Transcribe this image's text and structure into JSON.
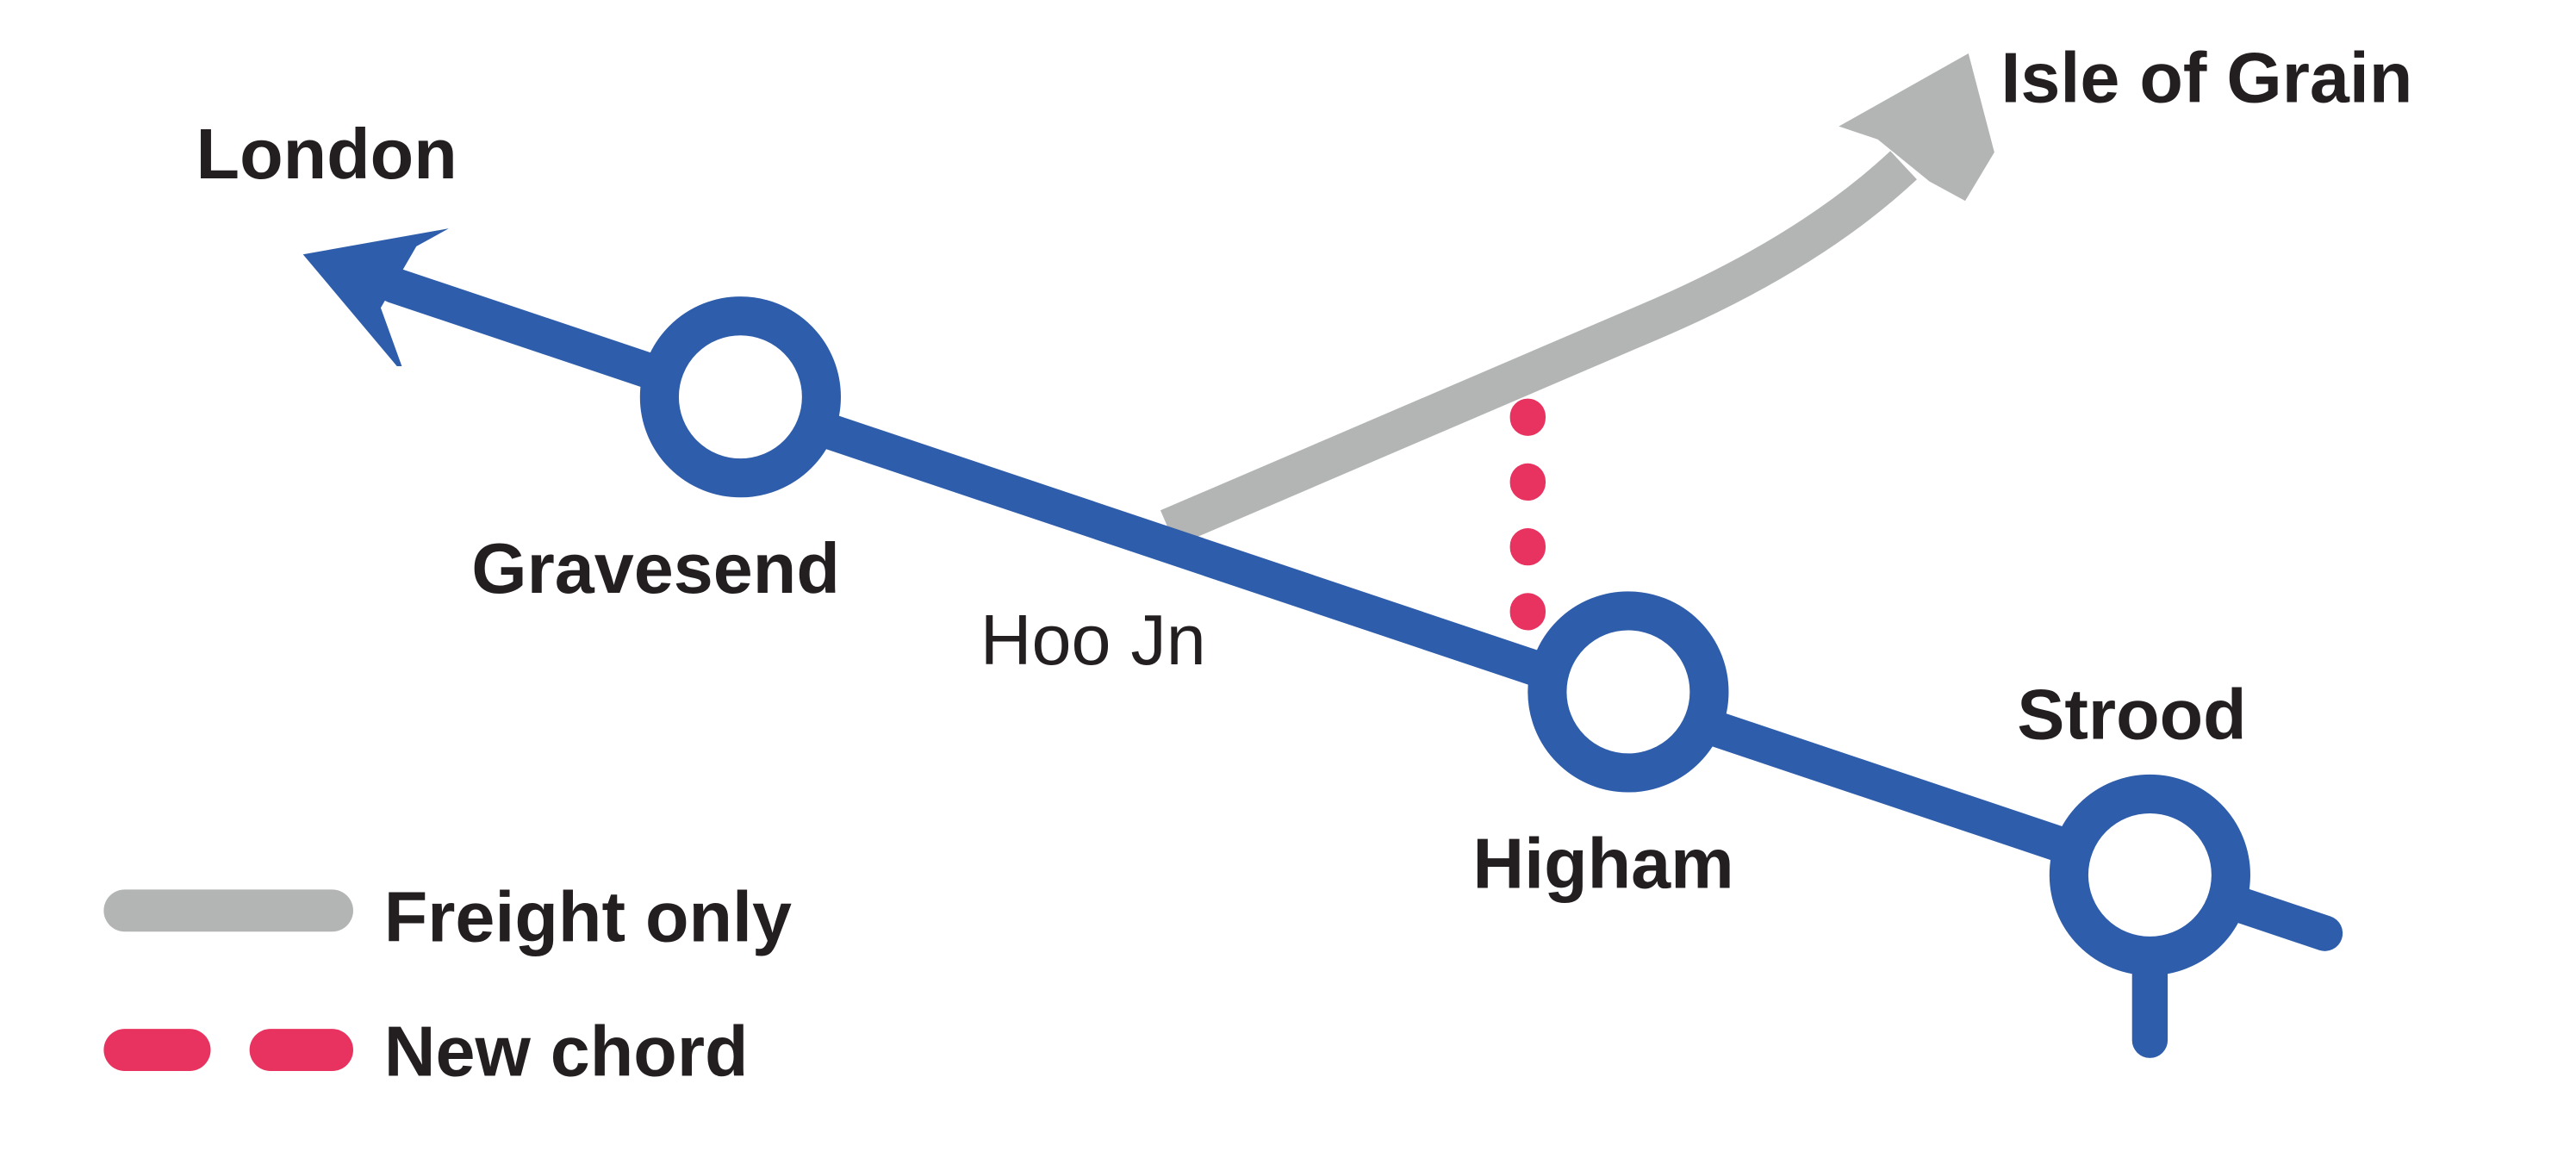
{
  "destinations": {
    "london": "London",
    "isle_of_grain": "Isle of Grain"
  },
  "stations": {
    "gravesend": "Gravesend",
    "higham": "Higham",
    "strood": "Strood"
  },
  "junctions": {
    "hoo_jn": "Hoo Jn"
  },
  "legend": {
    "freight_only": "Freight only",
    "new_chord": "New chord"
  },
  "colors": {
    "main_line": "#2e5dab",
    "freight_line": "#b3b5b4",
    "new_chord": "#e8325f",
    "station_fill": "#ffffff",
    "text": "#231f20"
  }
}
